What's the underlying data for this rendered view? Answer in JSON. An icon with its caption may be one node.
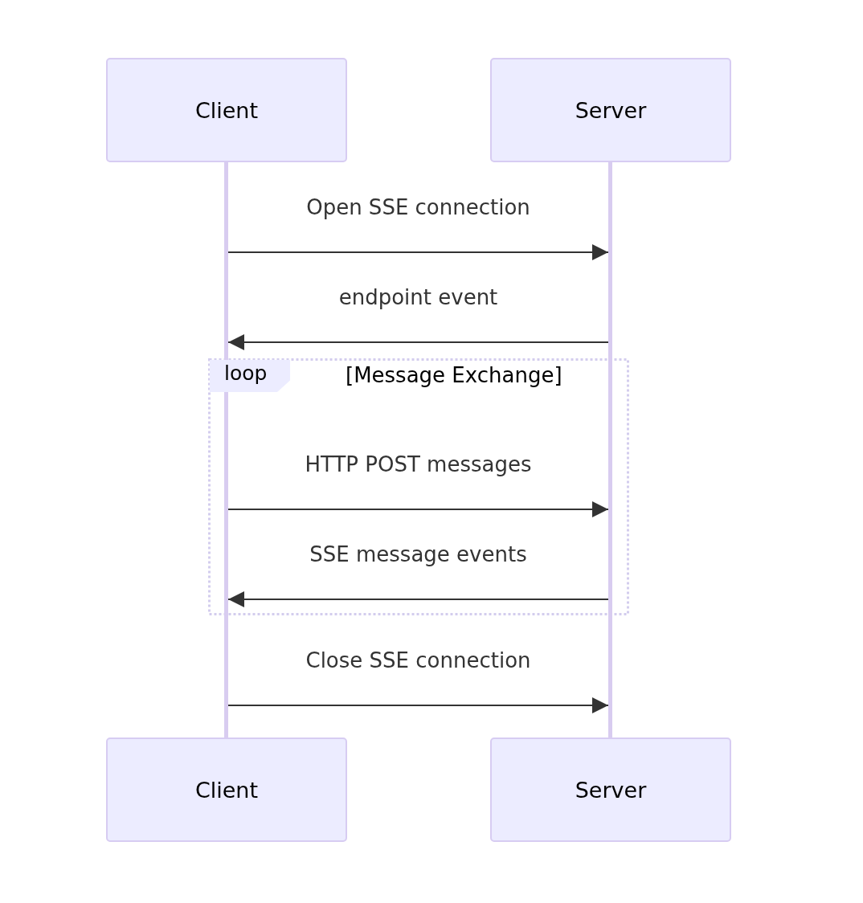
{
  "diagram": {
    "nodes": [
      {
        "text": [
          "Client"
        ]
      },
      {
        "text": [
          "Server"
        ]
      },
      {
        "text": [],
        "shape": "bar"
      },
      {
        "text": [],
        "shape": "bar"
      },
      {
        "text": [
          "loop"
        ]
      },
      {
        "text": [
          "Client"
        ]
      },
      {
        "text": [
          "Server"
        ]
      }
    ],
    "edges": [
      {
        "from": 2,
        "to": 3,
        "arrow": "to",
        "label": "Open SSE connection"
      },
      {
        "from": 3,
        "to": 2,
        "arrow": "to",
        "label": "endpoint event"
      },
      {
        "from": 2,
        "to": 3,
        "arrow": "to",
        "label": "HTTP POST messages"
      },
      {
        "from": 3,
        "to": 2,
        "arrow": "to",
        "label": "SSE message events"
      },
      {
        "from": 2,
        "to": 3,
        "arrow": "to",
        "label": "Close SSE connection"
      }
    ],
    "labels": [
      "[Message Exchange]"
    ]
  }
}
